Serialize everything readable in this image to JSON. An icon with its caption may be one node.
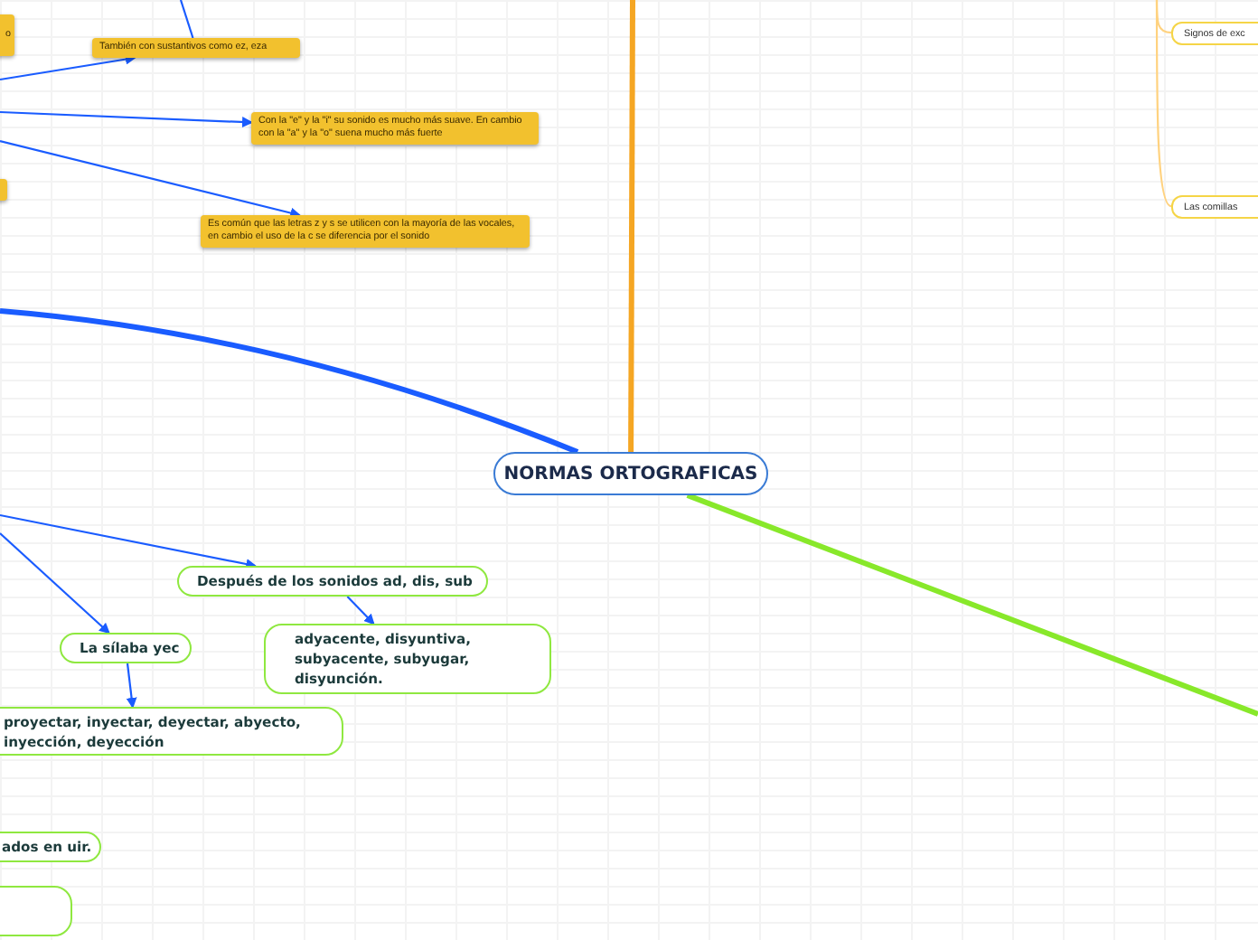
{
  "diagram": {
    "nodes": [
      {
        "text": [
          "NORMAS ORTOGRAFICAS"
        ]
      },
      {
        "text": [
          "o"
        ]
      },
      {
        "text": [
          "También con sustantivos como  ez, eza"
        ]
      },
      {
        "text": [
          "Con la  \"e\" y la \"i\"  su sonido es mucho más suave. En cambio con la \"a\" y  la \"o\" suena mucho más fuerte"
        ]
      },
      {
        "text": [],
        "shape": "box"
      },
      {
        "text": [
          "Es común que las letras z y s se utilicen con la mayoría de las vocales, en cambio el uso de la c se diferencia por el sonido"
        ]
      },
      {
        "text": [
          "Después de los sonidos ad, dis, sub"
        ]
      },
      {
        "text": [
          "adyacente, disyuntiva, subyacente, subyugar, disyunción."
        ]
      },
      {
        "text": [
          "La sílaba yec"
        ]
      },
      {
        "text": [
          "proyectar, inyectar, deyectar, abyecto, inyección, deyección"
        ]
      },
      {
        "text": [
          "ados en uir."
        ]
      },
      {
        "text": [],
        "shape": "box"
      },
      {
        "text": [
          "Signos de exc"
        ]
      },
      {
        "text": [
          "Las comillas"
        ]
      }
    ],
    "edges": [
      {
        "from": 0,
        "to": null,
        "arrow": "none",
        "style": "thick"
      },
      {
        "from": 0,
        "to": null,
        "arrow": "none",
        "style": "thick",
        "color": "#f5a623"
      },
      {
        "from": 0,
        "to": null,
        "arrow": "none",
        "style": "thick",
        "color": "#88e82a"
      },
      {
        "from": 2,
        "to": null,
        "arrow": "none"
      },
      {
        "from": null,
        "to": 2,
        "arrow": "to"
      },
      {
        "from": null,
        "to": 3,
        "arrow": "to"
      },
      {
        "from": null,
        "to": 5,
        "arrow": "to"
      },
      {
        "from": null,
        "to": 6,
        "arrow": "to"
      },
      {
        "from": null,
        "to": 8,
        "arrow": "to"
      },
      {
        "from": 6,
        "to": 7,
        "arrow": "to"
      },
      {
        "from": 8,
        "to": 9,
        "arrow": "to"
      },
      {
        "from": null,
        "to": 12,
        "arrow": "none",
        "color": "#ffd27f"
      },
      {
        "from": null,
        "to": 13,
        "arrow": "none",
        "color": "#ffd27f"
      }
    ]
  }
}
